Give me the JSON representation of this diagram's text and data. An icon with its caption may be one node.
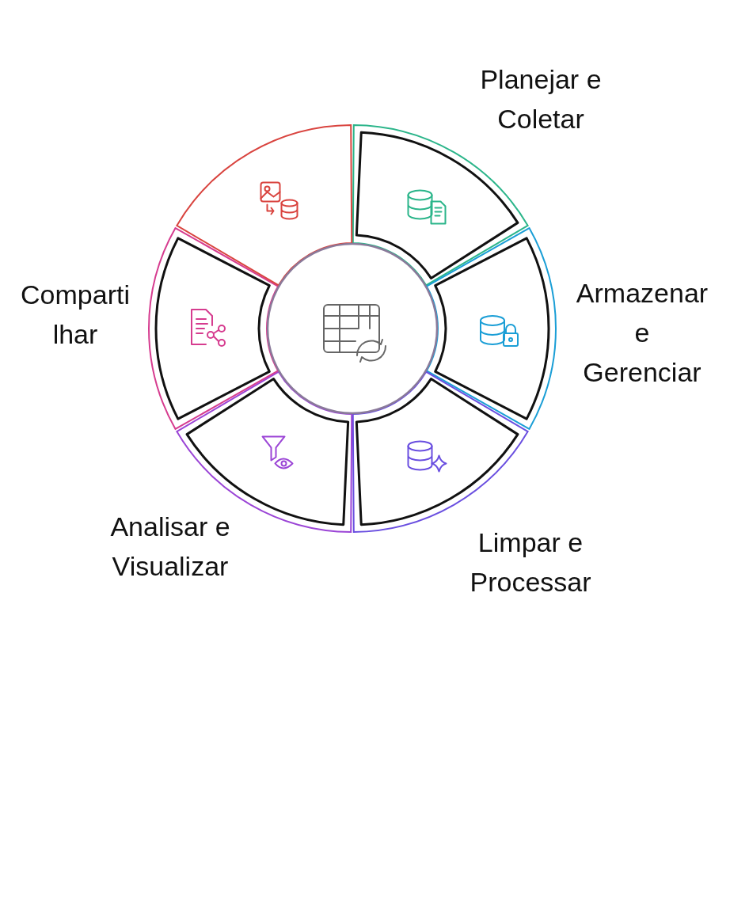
{
  "diagram": {
    "nodes": [
      {
        "text": [
          "Planejar e Coletar"
        ]
      },
      {
        "text": [
          "Armazenar e Gerenciar"
        ]
      },
      {
        "text": [
          "Limpar e Processar"
        ]
      },
      {
        "text": [
          "Analisar e Visualizar"
        ]
      },
      {
        "text": [
          "Compartilhar"
        ]
      },
      {
        "text": [],
        "shape": "sector"
      },
      {
        "text": [],
        "shape": "circle"
      }
    ]
  }
}
